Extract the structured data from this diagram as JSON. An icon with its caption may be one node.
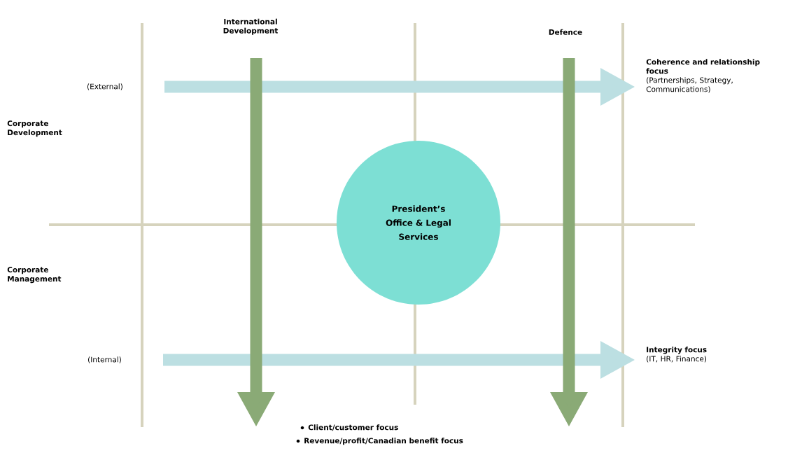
{
  "diagram": {
    "nodes": [
      {
        "text": [
          "(External)"
        ]
      },
      {
        "text": [
          "Coherence and relationship focus",
          "(Partnerships, Strategy, Communications)"
        ]
      },
      {
        "text": [
          "(Internal)"
        ]
      },
      {
        "text": [
          "Integrity focus",
          "(IT, HR, Finance)"
        ]
      },
      {
        "text": [
          "International Development"
        ]
      },
      {
        "text": [
          "Defence"
        ]
      },
      {
        "text": [
          "President’s Office & Legal Services"
        ]
      }
    ],
    "edges": [
      {
        "from": 0,
        "to": 1,
        "arrow": "to",
        "color": "#bcdfe2"
      },
      {
        "from": 2,
        "to": 3,
        "arrow": "to",
        "color": "#bcdfe2"
      },
      {
        "from": 4,
        "to": null,
        "arrow": "to",
        "color": "#8aaa76"
      },
      {
        "from": 5,
        "to": null,
        "arrow": "to",
        "color": "#8aaa76"
      }
    ],
    "labels": [
      "Corporate Development",
      "Corporate Management",
      "Client/customer focus",
      "Revenue/profit/Canadian benefit focus"
    ]
  }
}
